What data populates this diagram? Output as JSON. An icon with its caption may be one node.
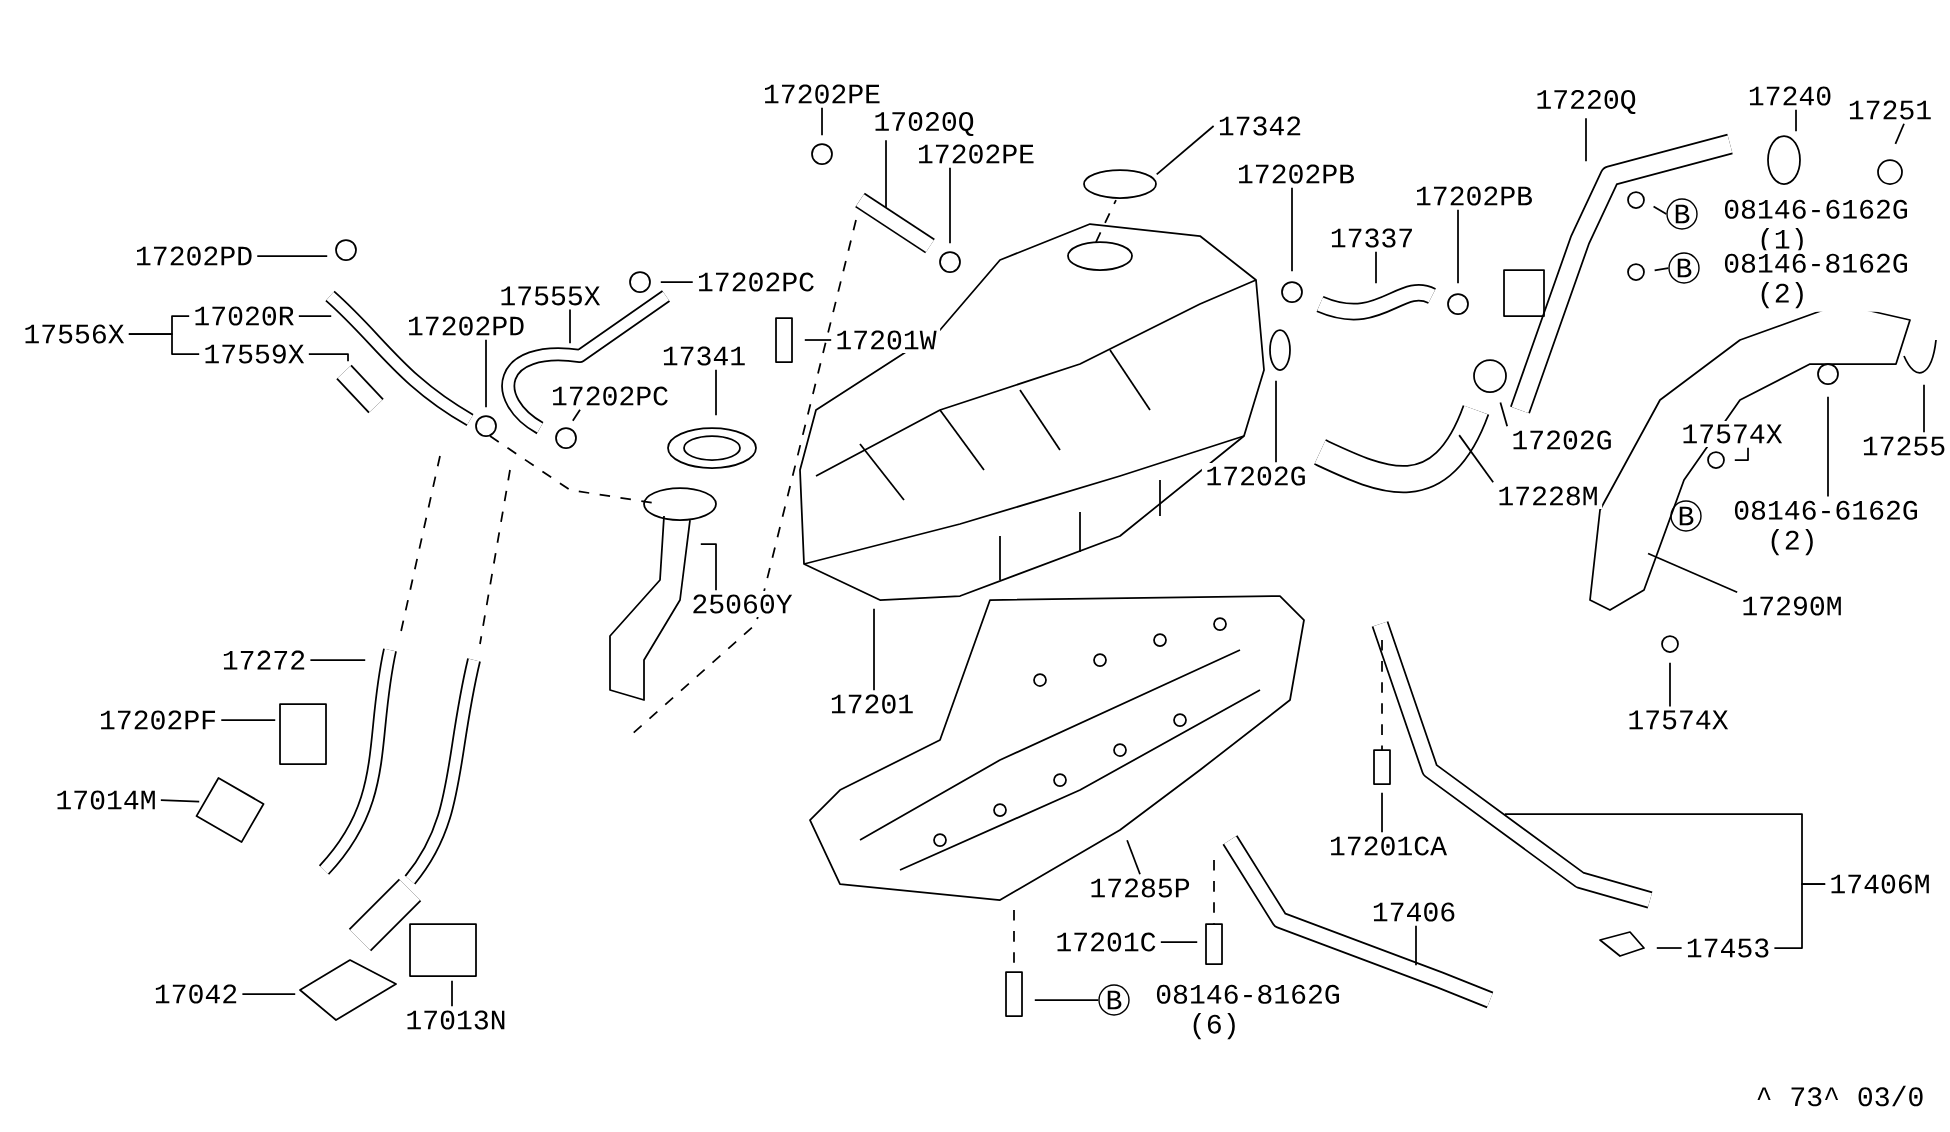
{
  "diagram": {
    "nodes": [
      {
        "text": [
          "17202PE"
        ]
      },
      {
        "text": [
          "17020Q"
        ]
      },
      {
        "text": [
          "17202PE"
        ]
      },
      {
        "text": [
          "17342"
        ]
      },
      {
        "text": [
          "17202PB"
        ]
      },
      {
        "text": [
          "17337"
        ]
      },
      {
        "text": [
          "17202PB"
        ]
      },
      {
        "text": [
          "17220Q"
        ]
      },
      {
        "text": [
          "17240"
        ]
      },
      {
        "text": [
          "17251"
        ]
      },
      {
        "text": [
          "B"
        ]
      },
      {
        "text": [
          "08146-6162G",
          "(1)"
        ]
      },
      {
        "text": [
          "B"
        ]
      },
      {
        "text": [
          "08146-8162G",
          "(2)"
        ]
      },
      {
        "text": [
          "17202G"
        ]
      },
      {
        "text": [
          "17228M"
        ]
      },
      {
        "text": [
          "17202G"
        ]
      },
      {
        "text": [
          "17574X"
        ]
      },
      {
        "text": [
          "17255"
        ]
      },
      {
        "text": [
          "B"
        ]
      },
      {
        "text": [
          "08146-6162G",
          "(2)"
        ]
      },
      {
        "text": [
          "17290M"
        ]
      },
      {
        "text": [
          "17574X"
        ]
      },
      {
        "text": [
          "17406M"
        ]
      },
      {
        "text": [
          "17453"
        ]
      },
      {
        "text": [
          "17406"
        ]
      },
      {
        "text": [
          "17201CA"
        ]
      },
      {
        "text": [
          "17201C"
        ]
      },
      {
        "text": [
          "B"
        ]
      },
      {
        "text": [
          "08146-8162G",
          "(6)"
        ]
      },
      {
        "text": [
          "17285P"
        ]
      },
      {
        "text": [
          "17201"
        ]
      },
      {
        "text": [
          "25060Y"
        ]
      },
      {
        "text": [
          "17202PD"
        ]
      },
      {
        "text": [
          "17020R"
        ]
      },
      {
        "text": [
          "17556X"
        ]
      },
      {
        "text": [
          "17559X"
        ]
      },
      {
        "text": [
          "17202PD"
        ]
      },
      {
        "text": [
          "17555X"
        ]
      },
      {
        "text": [
          "17202PC"
        ]
      },
      {
        "text": [
          "17201W"
        ]
      },
      {
        "text": [
          "17341"
        ]
      },
      {
        "text": [
          "17202PC"
        ]
      },
      {
        "text": [
          "17272"
        ]
      },
      {
        "text": [
          "17202PF"
        ]
      },
      {
        "text": [
          "17014M"
        ]
      },
      {
        "text": [
          "17042"
        ]
      },
      {
        "text": [
          "17013N"
        ]
      }
    ],
    "edges": [
      {
        "from": 0,
        "to": null,
        "arrow": "none"
      },
      {
        "from": 1,
        "to": null,
        "arrow": "none"
      },
      {
        "from": 2,
        "to": null,
        "arrow": "none"
      },
      {
        "from": 3,
        "to": null,
        "arrow": "none"
      },
      {
        "from": 4,
        "to": null,
        "arrow": "none"
      },
      {
        "from": 5,
        "to": null,
        "arrow": "none"
      },
      {
        "from": 6,
        "to": null,
        "arrow": "none"
      },
      {
        "from": 7,
        "to": null,
        "arrow": "none"
      },
      {
        "from": 8,
        "to": null,
        "arrow": "none"
      },
      {
        "from": 9,
        "to": null,
        "arrow": "none"
      },
      {
        "from": 10,
        "to": null,
        "arrow": "none"
      },
      {
        "from": 12,
        "to": null,
        "arrow": "none"
      },
      {
        "from": 14,
        "to": null,
        "arrow": "none"
      },
      {
        "from": 15,
        "to": null,
        "arrow": "none"
      },
      {
        "from": 16,
        "to": null,
        "arrow": "none"
      },
      {
        "from": 17,
        "to": null,
        "arrow": "none"
      },
      {
        "from": 18,
        "to": null,
        "arrow": "none"
      },
      {
        "from": 20,
        "to": null,
        "arrow": "none"
      },
      {
        "from": 21,
        "to": null,
        "arrow": "none"
      },
      {
        "from": 22,
        "to": null,
        "arrow": "none"
      },
      {
        "from": 23,
        "to": null,
        "arrow": "none"
      },
      {
        "from": 23,
        "to": 24,
        "arrow": "none"
      },
      {
        "from": 24,
        "to": null,
        "arrow": "none"
      },
      {
        "from": 25,
        "to": null,
        "arrow": "none"
      },
      {
        "from": 26,
        "to": null,
        "arrow": "none"
      },
      {
        "from": 27,
        "to": null,
        "arrow": "none"
      },
      {
        "from": 28,
        "to": null,
        "arrow": "none"
      },
      {
        "from": 30,
        "to": null,
        "arrow": "none"
      },
      {
        "from": 31,
        "to": null,
        "arrow": "none"
      },
      {
        "from": 32,
        "to": null,
        "arrow": "none"
      },
      {
        "from": 33,
        "to": null,
        "arrow": "none"
      },
      {
        "from": 34,
        "to": null,
        "arrow": "none"
      },
      {
        "from": 35,
        "to": 34,
        "arrow": "none"
      },
      {
        "from": 35,
        "to": 36,
        "arrow": "none"
      },
      {
        "from": 36,
        "to": null,
        "arrow": "none"
      },
      {
        "from": 37,
        "to": null,
        "arrow": "none"
      },
      {
        "from": 38,
        "to": null,
        "arrow": "none"
      },
      {
        "from": 39,
        "to": null,
        "arrow": "none"
      },
      {
        "from": 40,
        "to": null,
        "arrow": "none"
      },
      {
        "from": 41,
        "to": null,
        "arrow": "none"
      },
      {
        "from": 42,
        "to": null,
        "arrow": "none"
      },
      {
        "from": 43,
        "to": null,
        "arrow": "none"
      },
      {
        "from": 44,
        "to": null,
        "arrow": "none"
      },
      {
        "from": 45,
        "to": null,
        "arrow": "none"
      },
      {
        "from": 46,
        "to": null,
        "arrow": "none"
      },
      {
        "from": 47,
        "to": null,
        "arrow": "none"
      }
    ],
    "labels": [
      "^ 73^ 03/0"
    ]
  }
}
